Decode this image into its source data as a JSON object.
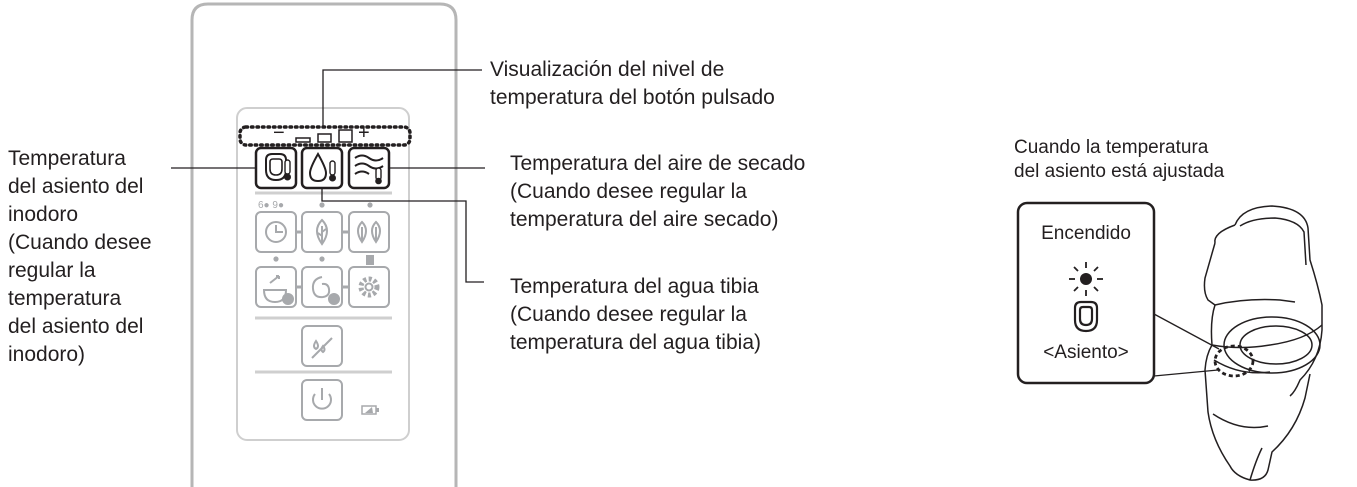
{
  "callouts": {
    "display_level": "Visualización del nivel de\ntemperatura del botón pulsado",
    "seat_temp": "Temperatura\ndel asiento del\ninodoro\n(Cuando desee\nregular la\ntemperatura\ndel asiento del\ninodoro)",
    "dryer_temp": "Temperatura del aire de secado\n(Cuando desee regular la\ntemperatura del aire secado)",
    "water_temp": "Temperatura del agua tibia\n(Cuando desee regular la\ntemperatura del agua tibia)"
  },
  "remote": {
    "level_minus": "−",
    "level_plus": "+",
    "timer_marks": "6● 9●"
  },
  "seat_panel": {
    "caption": "Cuando la temperatura\ndel asiento está ajustada",
    "state": "Encendido",
    "label": "<Asiento>"
  },
  "colors": {
    "line": "#231f20",
    "faded": "#a7a9ac",
    "panel_border": "#b6b6b6"
  }
}
